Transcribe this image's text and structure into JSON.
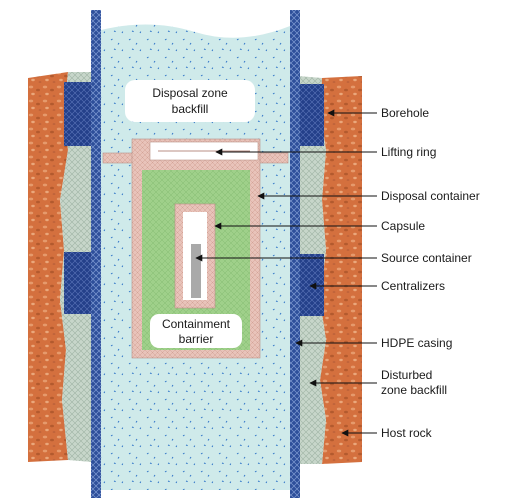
{
  "inner_labels": {
    "backfill_line1": "Disposal zone",
    "backfill_line2": "backfill",
    "barrier_line1": "Containment",
    "barrier_line2": "barrier"
  },
  "callouts": {
    "borehole": "Borehole",
    "lifting_ring": "Lifting ring",
    "disposal_container": "Disposal container",
    "capsule": "Capsule",
    "source_container": "Source container",
    "centralizers": "Centralizers",
    "hdpe_casing": "HDPE casing",
    "disturbed_line1": "Disturbed",
    "disturbed_line2": "zone backfill",
    "host_rock": "Host rock"
  },
  "colors": {
    "host_rock": "#d4703e",
    "backfill": "#cfeaea",
    "disturbed_backfill": "#c7d6ca",
    "casing": "#2e4f9a",
    "centralizer": "#24408a",
    "container": "#e8c3ba",
    "barrier": "#9fd08a",
    "capsule_inner": "#ffffff",
    "source": "#a9a9a9"
  }
}
